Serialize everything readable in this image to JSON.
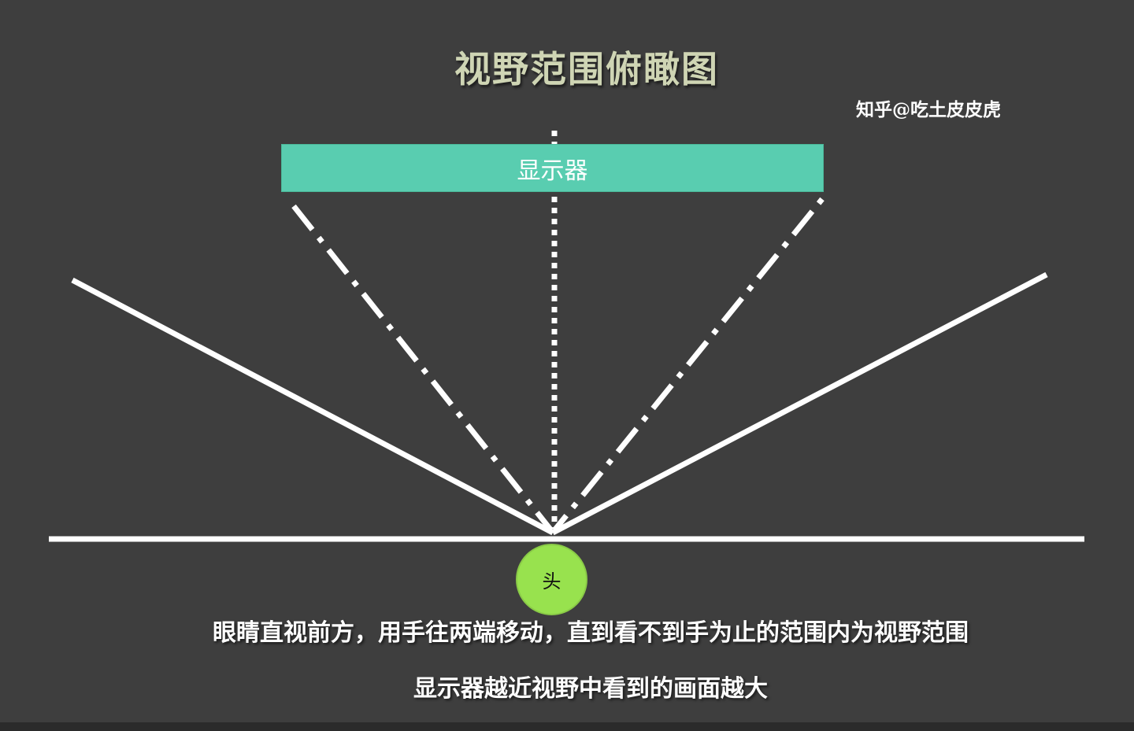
{
  "title": "视野范围俯瞰图",
  "watermark": "知乎@吃土皮皮虎",
  "monitor": {
    "label": "显示器",
    "color": "#59cdb0"
  },
  "head": {
    "label": "头",
    "color": "#98e24e"
  },
  "captions": [
    "眼睛直视前方，用手往两端移动，直到看不到手为止的范围内为视野范围",
    "显示器越近视野中看到的画面越大"
  ],
  "colors": {
    "background": "#3e3e3e",
    "lines": "#ffffff",
    "title": "#cfd5b4"
  }
}
